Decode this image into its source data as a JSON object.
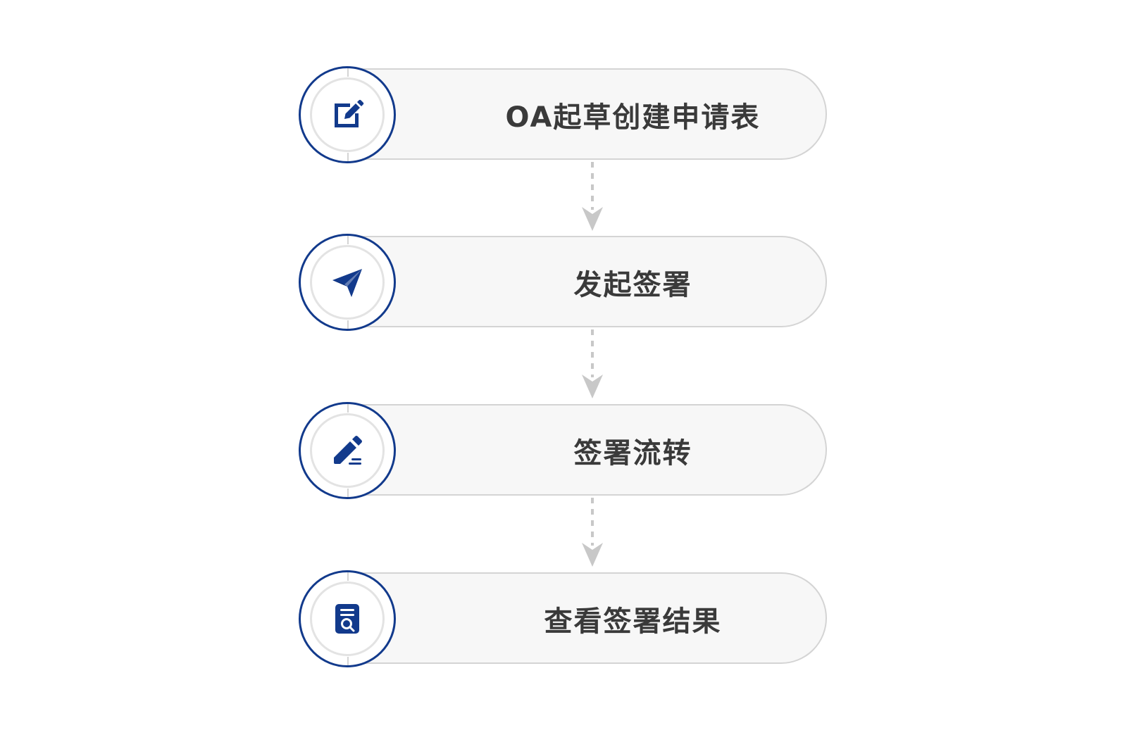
{
  "flow": {
    "steps": [
      {
        "label": "OA起草创建申请表",
        "icon": "edit-icon"
      },
      {
        "label": "发起签署",
        "icon": "paper-plane-icon"
      },
      {
        "label": "签署流转",
        "icon": "pen-sign-icon"
      },
      {
        "label": "查看签署结果",
        "icon": "document-search-icon"
      }
    ]
  },
  "colors": {
    "accent": "#123a8c",
    "pill_fill": "#f7f7f7",
    "pill_border": "#d4d4d4",
    "text": "#3a3a3a",
    "connector": "#c8c8c8"
  }
}
